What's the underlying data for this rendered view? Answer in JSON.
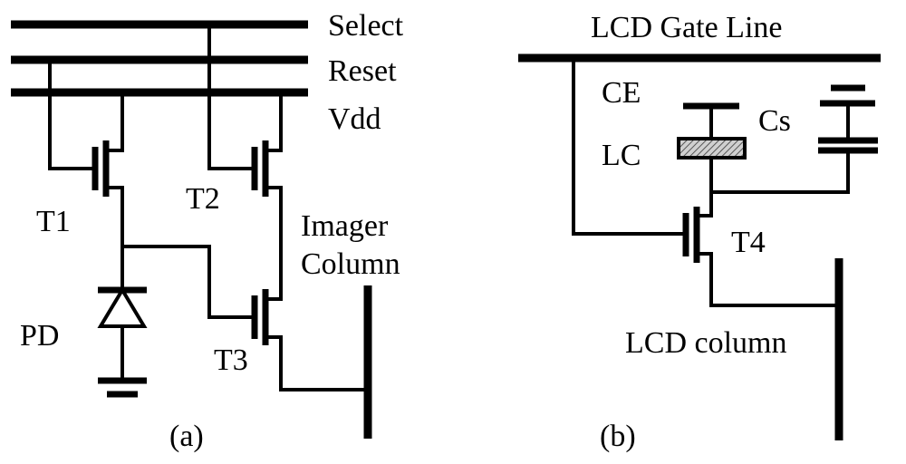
{
  "colors": {
    "line": "#000000",
    "background": "#ffffff",
    "hatch": "#9a9a9a"
  },
  "panel_a": {
    "bus_labels": {
      "select": "Select",
      "reset": "Reset",
      "vdd": "Vdd"
    },
    "transistor_labels": {
      "t1": "T1",
      "t2": "T2",
      "t3": "T3"
    },
    "component_labels": {
      "photodiode": "PD",
      "imager_column_line1": "Imager",
      "imager_column_line2": "Column"
    },
    "caption": "(a)"
  },
  "panel_b": {
    "gate_line_label": "LCD Gate Line",
    "component_labels": {
      "counter_electrode": "CE",
      "liquid_crystal": "LC",
      "storage_capacitor": "Cs",
      "transistor": "T4"
    },
    "column_label": "LCD column",
    "caption": "(b)"
  }
}
